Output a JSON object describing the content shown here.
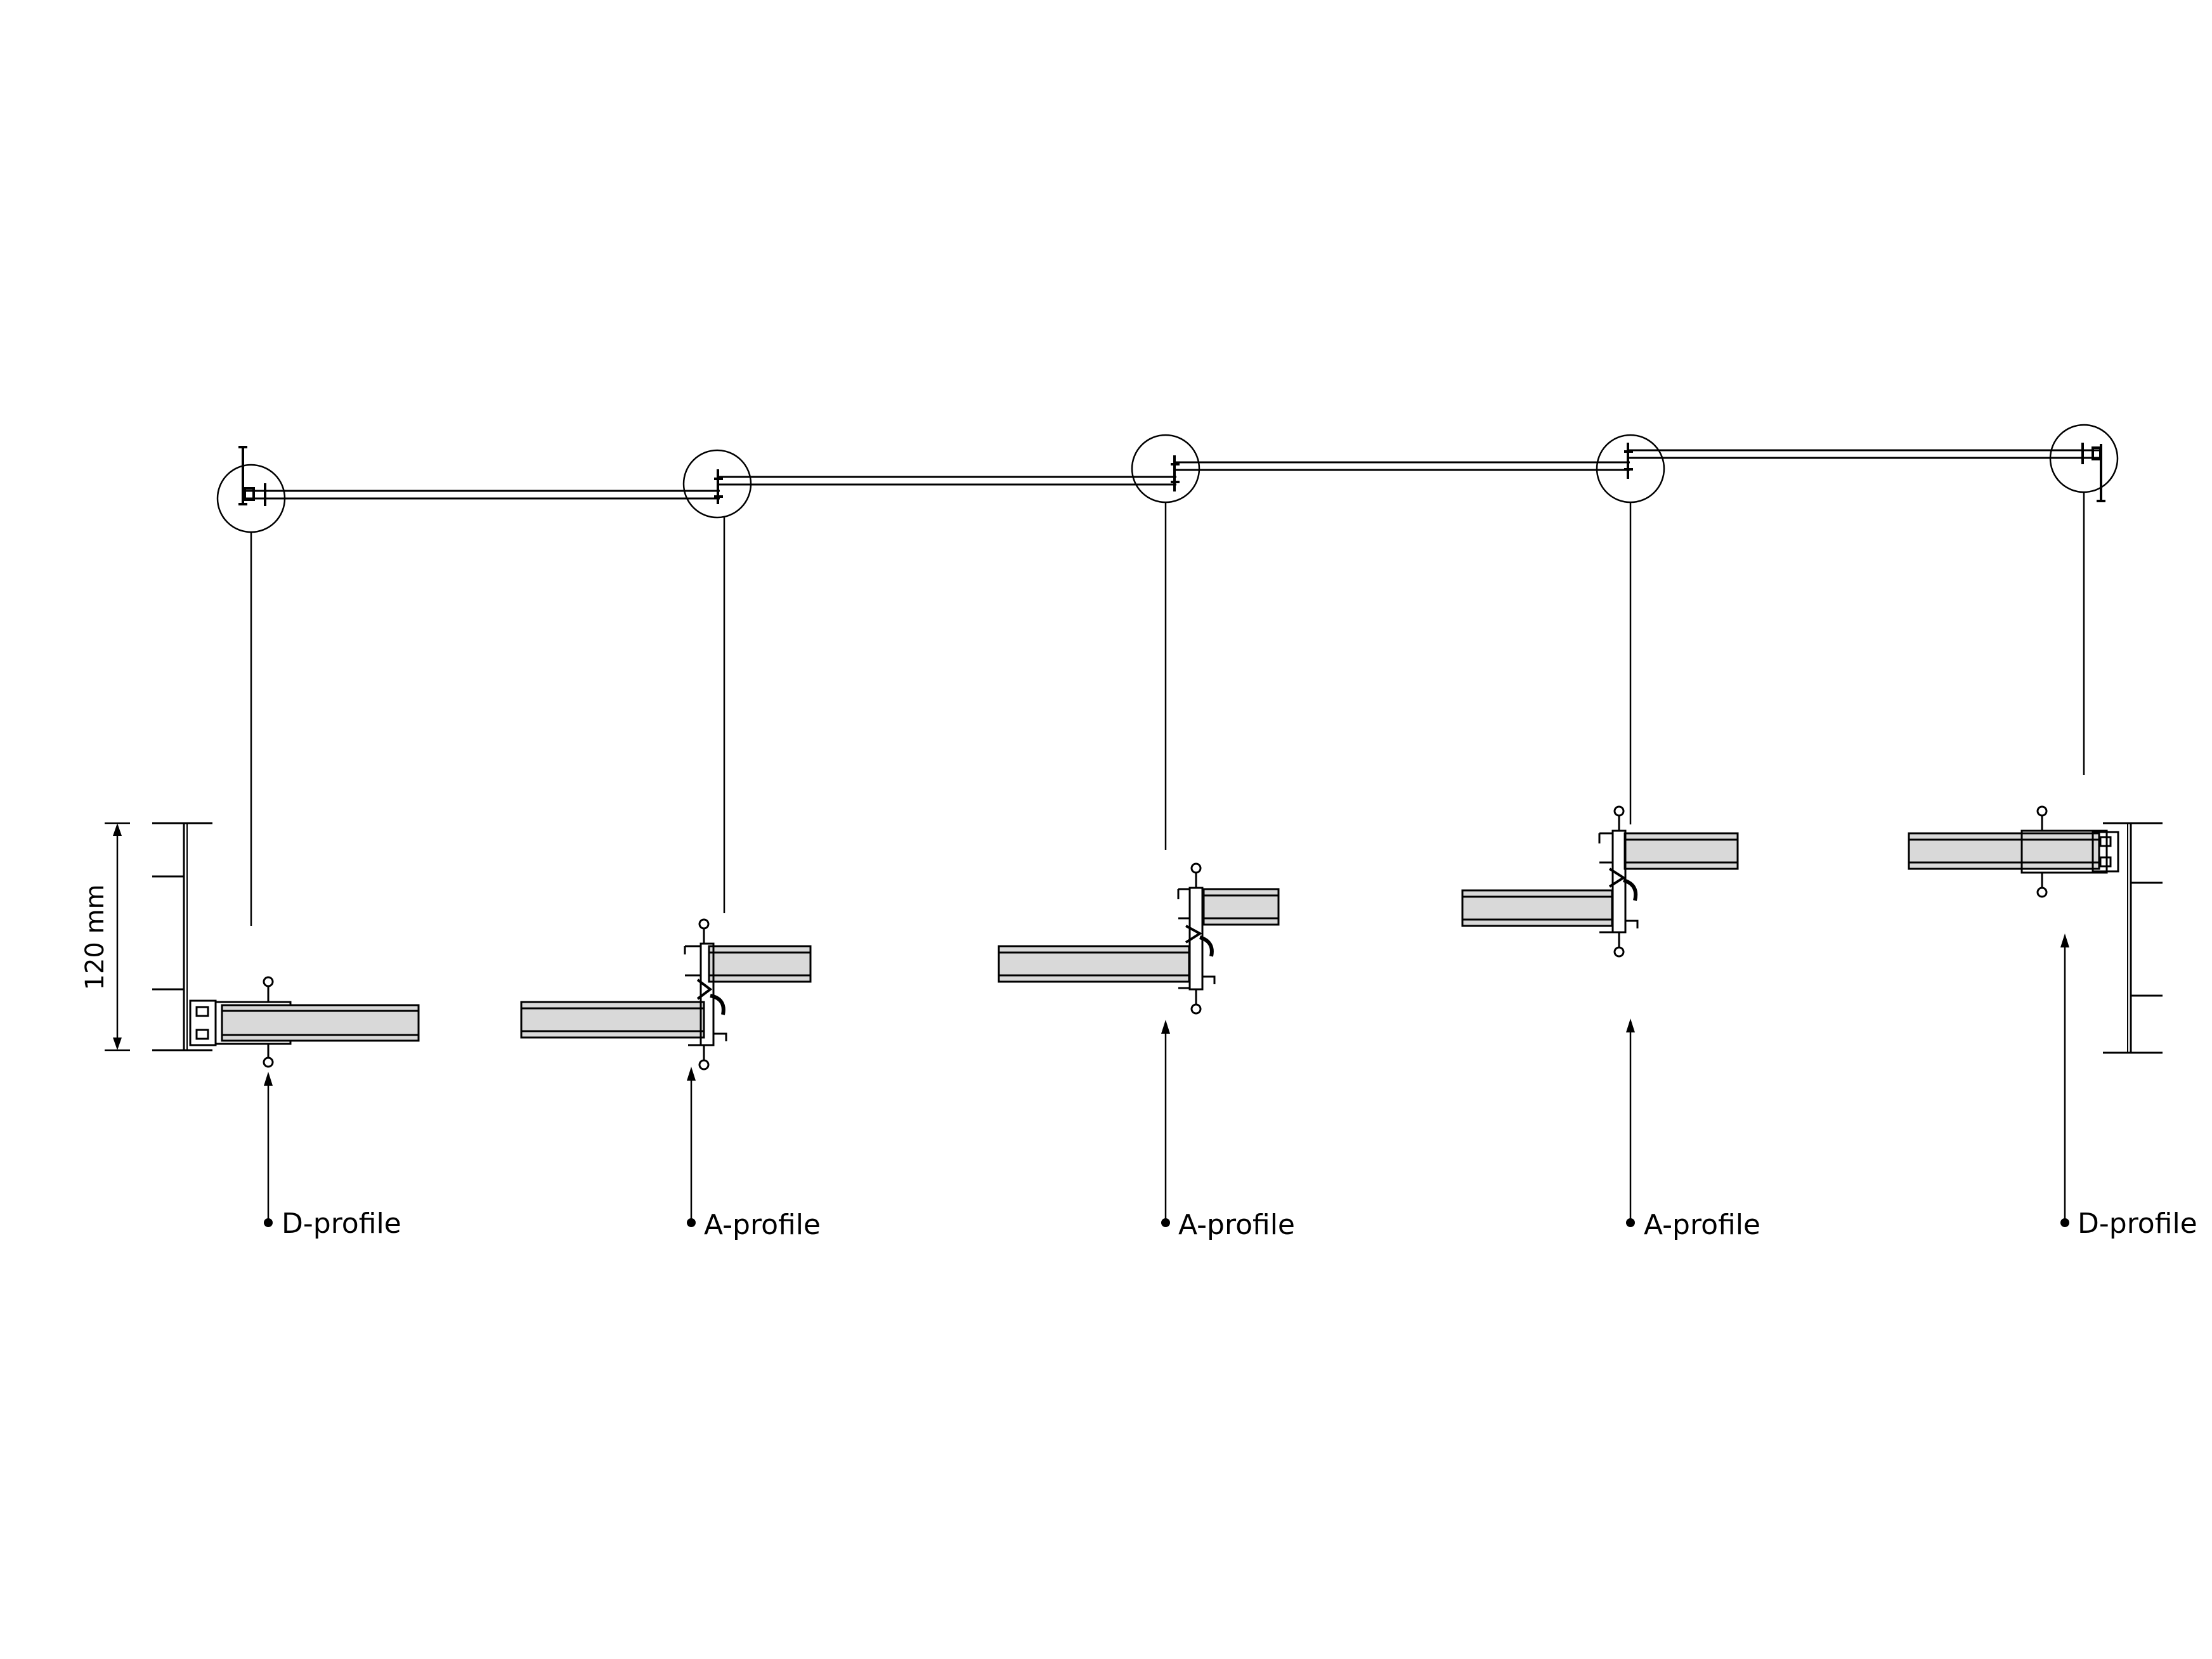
{
  "dimension": {
    "label": "120 mm"
  },
  "profiles": [
    {
      "label": "D-profile"
    },
    {
      "label": "A-profile"
    },
    {
      "label": "A-profile"
    },
    {
      "label": "A-profile"
    },
    {
      "label": "D-profile"
    }
  ],
  "colors": {
    "line": "#000000",
    "panel_fill": "#d9d9d9",
    "background": "#ffffff"
  }
}
